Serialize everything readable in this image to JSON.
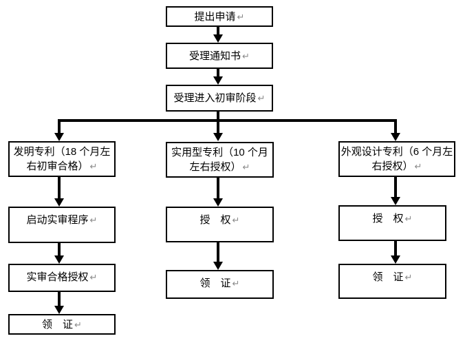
{
  "marks": {
    "return_mark": "↵"
  },
  "colors": {
    "background": "#ffffff",
    "box_border": "#000000",
    "text": "#000000",
    "connector": "#000000",
    "return_mark": "#8a8a8a"
  },
  "nodes": {
    "submit": {
      "lines": [
        "提出申请"
      ]
    },
    "notice": {
      "lines": [
        "受理通知书"
      ]
    },
    "preliminary": {
      "lines": [
        "受理进入初审阶段"
      ]
    },
    "invention": {
      "lines": [
        "发明专利（18 个月左",
        "右初审合格）"
      ]
    },
    "substantive_start": {
      "lines": [
        "启动实审程序"
      ]
    },
    "substantive_pass": {
      "lines": [
        "实审合格授权"
      ]
    },
    "invention_cert": {
      "lines": [
        "领　证"
      ]
    },
    "utility": {
      "lines": [
        "实用型专利（10 个月",
        "左右授权）"
      ]
    },
    "utility_grant": {
      "lines": [
        "授　权"
      ]
    },
    "utility_cert": {
      "lines": [
        "领　证"
      ]
    },
    "design": {
      "lines": [
        "外观设计专利（6 个月左",
        "右授权）"
      ]
    },
    "design_grant": {
      "lines": [
        "授　权"
      ]
    },
    "design_cert": {
      "lines": [
        "领　证"
      ]
    }
  }
}
